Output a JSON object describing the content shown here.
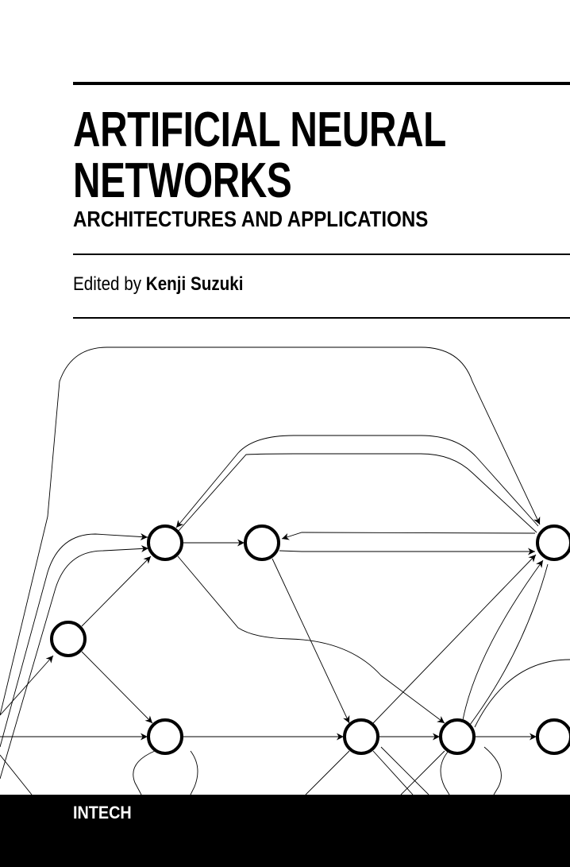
{
  "cover": {
    "title_line1": "ARTIFICIAL NEURAL",
    "title_line2": "NETWORKS",
    "subtitle": "ARCHITECTURES AND APPLICATIONS",
    "editor_prefix": "Edited by ",
    "editor_name": "Kenji Suzuki",
    "publisher": "INTECH"
  },
  "colors": {
    "background": "#ffffff",
    "text": "#000000",
    "footer": "#000000",
    "footer_text": "#ffffff"
  },
  "illustration": "neural-network-graph"
}
